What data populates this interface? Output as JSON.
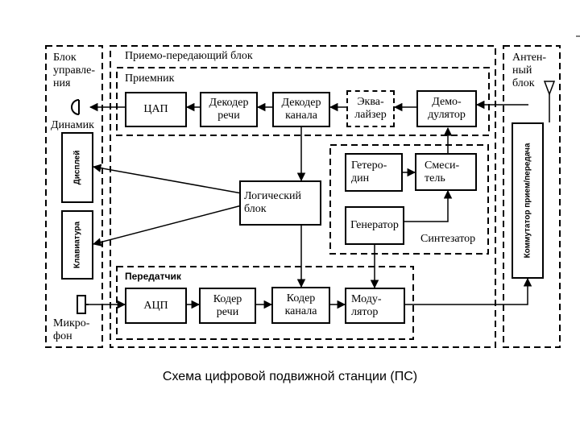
{
  "regions": {
    "control_block": "Блок\nуправле-\nния",
    "transceiver_block": "Приемо-передающий блок",
    "antenna_block": "Антен-\nный\nблок",
    "receiver": "Приемник",
    "transmitter": "Передатчик",
    "synthesizer": "Синтезатор"
  },
  "io": {
    "speaker": "Динамик",
    "microphone": "Микро-\nфон"
  },
  "blocks": {
    "dac": "ЦАП",
    "speech_decoder": "Декодер\nречи",
    "channel_decoder": "Декодер\nканала",
    "equalizer": "Эква-\nлайзер",
    "demodulator": "Демо-\nдулятор",
    "display": "Дисплей",
    "keyboard": "Клавиатура",
    "logic_block": "Логический\nблок",
    "local_oscillator": "Гетеро-\nдин",
    "mixer": "Смеси-\nтель",
    "generator": "Генератор",
    "adc": "АЦП",
    "speech_coder": "Кодер\nречи",
    "channel_coder": "Кодер\nканала",
    "modulator": "Моду-\nлятор",
    "switch": "Коммутатор прием/передача"
  },
  "caption": "Схема цифровой подвижной станции (ПС)"
}
